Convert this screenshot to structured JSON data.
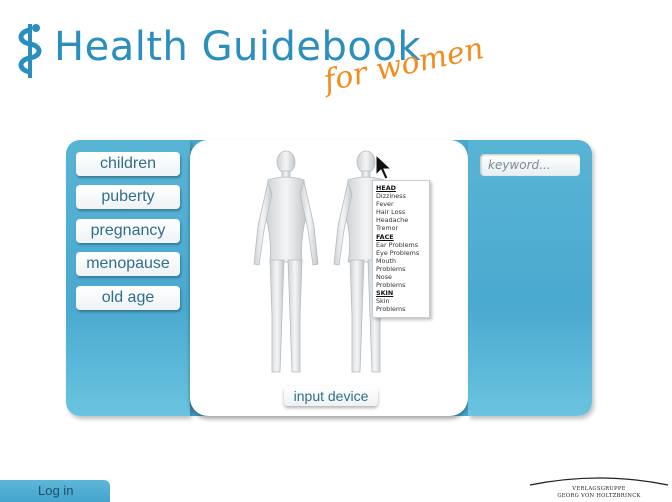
{
  "header": {
    "title": "Health Guidebook",
    "subtitle": "for women",
    "logo_icon": "caduceus-icon"
  },
  "categories": [
    {
      "label": "children"
    },
    {
      "label": "puberty"
    },
    {
      "label": "pregnancy"
    },
    {
      "label": "menopause"
    },
    {
      "label": "old age"
    }
  ],
  "search": {
    "placeholder": "keyword..."
  },
  "body_map": {
    "input_device_label": "input device",
    "popup": [
      {
        "type": "section",
        "label": "HEAD"
      },
      {
        "type": "item",
        "label": "Dizziness"
      },
      {
        "type": "item",
        "label": "Fever"
      },
      {
        "type": "item",
        "label": "Hair Loss"
      },
      {
        "type": "item",
        "label": "Headache"
      },
      {
        "type": "item",
        "label": "Tremor"
      },
      {
        "type": "section",
        "label": "FACE"
      },
      {
        "type": "item",
        "label": "Ear Problems"
      },
      {
        "type": "item",
        "label": "Eye Problems"
      },
      {
        "type": "item",
        "label": "Mouth"
      },
      {
        "type": "item",
        "label": "Problems"
      },
      {
        "type": "item",
        "label": "Nose"
      },
      {
        "type": "item",
        "label": "Problems"
      },
      {
        "type": "section",
        "label": "SKIN"
      },
      {
        "type": "item",
        "label": "Skin"
      },
      {
        "type": "item",
        "label": "Problems"
      }
    ]
  },
  "footer": {
    "login_label": "Log in",
    "publisher_line1": "VERLAGSGRUPPE",
    "publisher_line2": "GEORG VON HOLTZBRINCK"
  },
  "colors": {
    "brand_blue": "#2a8fbf",
    "accent_orange": "#f08d1e",
    "panel_blue": "#4aa9cf"
  }
}
